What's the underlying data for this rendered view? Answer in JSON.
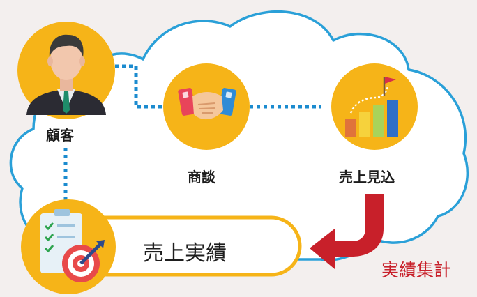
{
  "diagram": {
    "nodes": {
      "customer": {
        "label": "顧客",
        "icon": "businessman-icon"
      },
      "deal": {
        "label": "商談",
        "icon": "handshake-icon"
      },
      "forecast": {
        "label": "売上見込",
        "icon": "growth-chart-flag-icon"
      },
      "actual": {
        "label": "売上実績",
        "icon": "checklist-target-icon"
      }
    },
    "arrow": {
      "label": "実績集計",
      "icon": "curved-arrow-down-left-icon"
    }
  },
  "colors": {
    "circle": "#f6b418",
    "cloud_stroke": "#2aa0d8",
    "connector": "#1b8bcf",
    "arrow": "#c8202a",
    "pill_border": "#f6b418"
  }
}
